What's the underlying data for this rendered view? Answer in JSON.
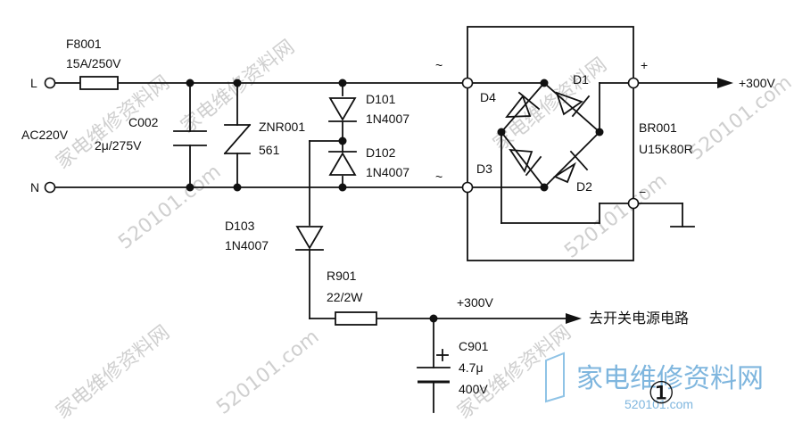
{
  "watermark": {
    "text_cn": "家电维修资料网",
    "text_url": "520101.com"
  },
  "inputs": {
    "line": "L",
    "neutral": "N",
    "ac": "AC220V"
  },
  "fuse": {
    "ref": "F8001",
    "value": "15A/250V"
  },
  "c002": {
    "ref": "C002",
    "value": "2μ/275V"
  },
  "varistor": {
    "ref": "ZNR001",
    "value": "561"
  },
  "d101": {
    "ref": "D101",
    "value": "1N4007"
  },
  "d102": {
    "ref": "D102",
    "value": "1N4007"
  },
  "d103": {
    "ref": "D103",
    "value": "1N4007"
  },
  "bridge": {
    "ref": "BR001",
    "part": "U15K80R",
    "d1": "D1",
    "d2": "D2",
    "d3": "D3",
    "d4": "D4",
    "ac_symbol": "~",
    "plus": "+",
    "minus": "−"
  },
  "out_300v": "+300V",
  "r901": {
    "ref": "R901",
    "value": "22/2W"
  },
  "node_300v": "+300V",
  "c901": {
    "ref": "C901",
    "value": "4.7μ",
    "voltage": "400V"
  },
  "to_switching": "去开关电源电路",
  "figure_number": "①"
}
